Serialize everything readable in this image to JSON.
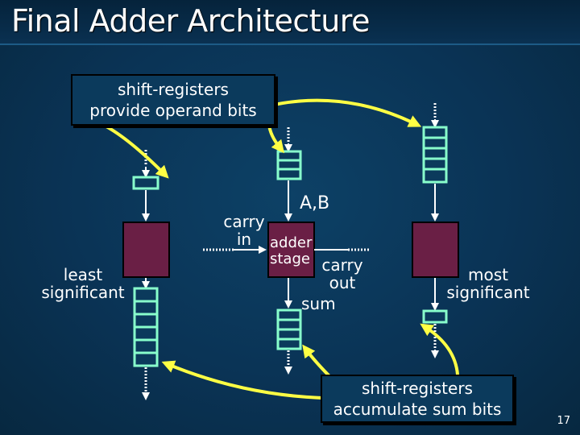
{
  "slide": {
    "title": "Final Adder Architecture",
    "page_number": "17"
  },
  "callouts": {
    "top_line1": "shift-registers",
    "top_line2": "provide operand bits",
    "bottom_line1": "shift-registers",
    "bottom_line2": "accumulate sum bits"
  },
  "labels": {
    "least_line1": "least",
    "least_line2": "significant",
    "most_line1": "most",
    "most_line2": "significant",
    "carry_in_line1": "carry",
    "carry_in_line2": "in",
    "adder_line1": "adder",
    "adder_line2": "stage",
    "carry_out_line1": "carry",
    "carry_out_line2": "out",
    "sum": "sum",
    "operands": "A,B"
  },
  "colors": {
    "register_fill": "#6a1f45",
    "register_border": "#88ffcc",
    "arrow_yellow": "#ffff44",
    "text": "#ffffff"
  }
}
